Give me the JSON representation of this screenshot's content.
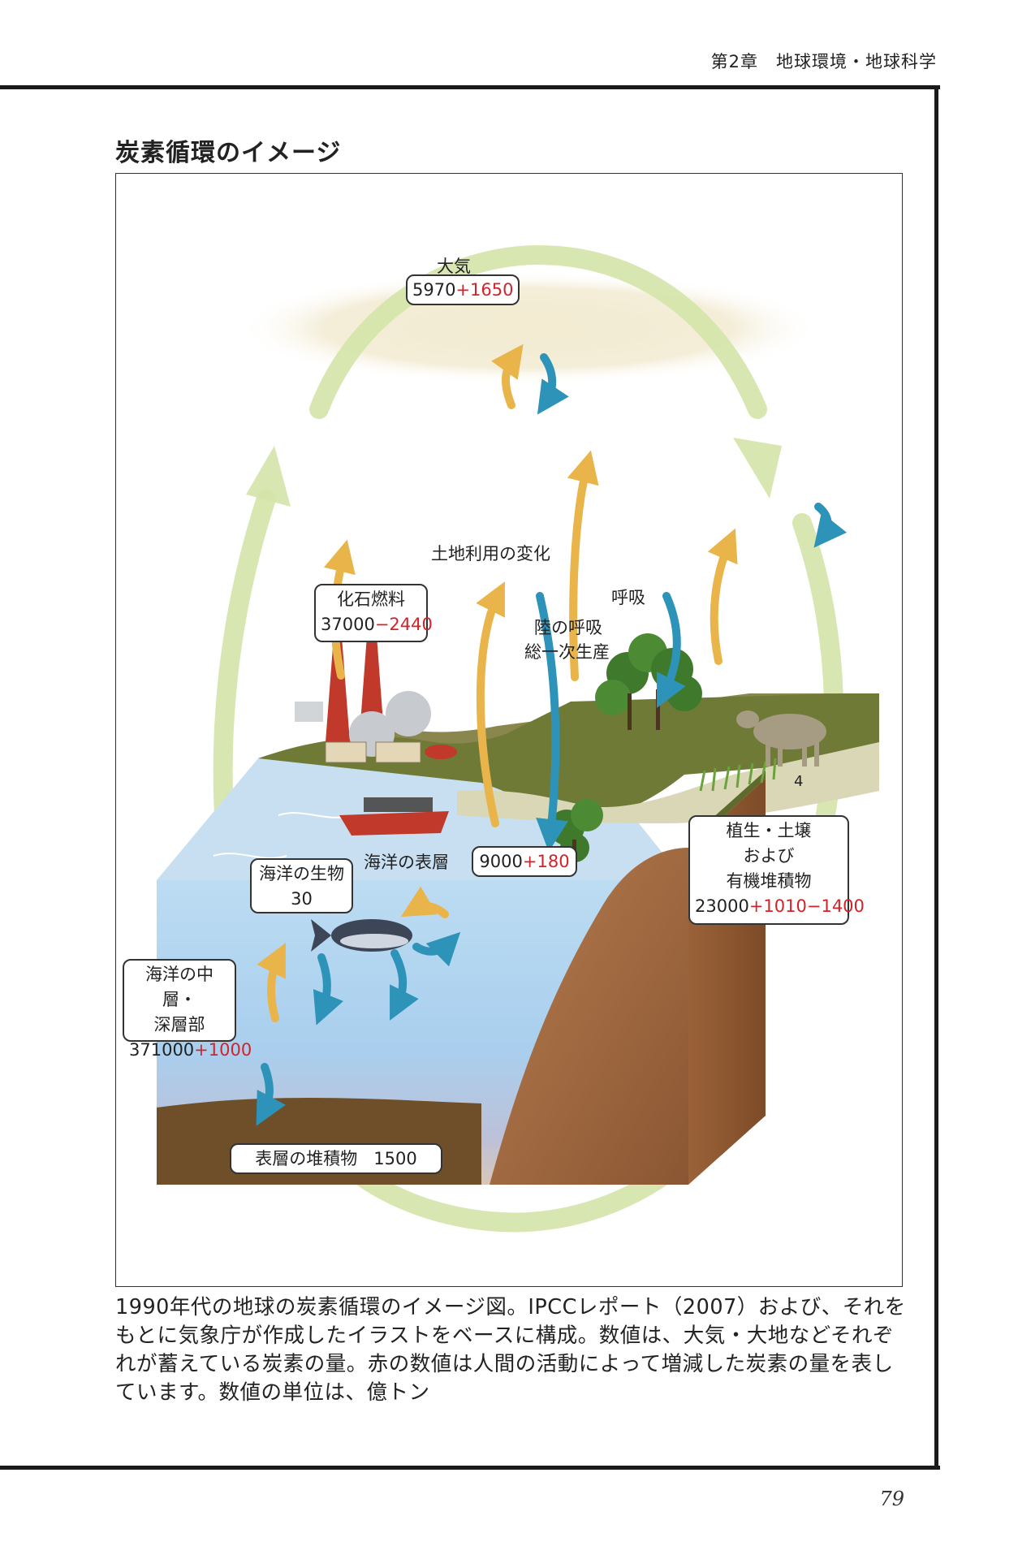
{
  "header": {
    "chapter": "第2章　地球環境・地球科学"
  },
  "section": {
    "title": "炭素循環のイメージ"
  },
  "diagram": {
    "atmosphere": {
      "label": "大気",
      "base": "5970",
      "change": "+1650"
    },
    "land_use_label": "土地利用の変化",
    "respiration_label": "呼吸",
    "land_exchange_label": {
      "line1": "陸の呼吸",
      "line2": "総一次生産"
    },
    "fossil_fuel": {
      "label": "化石燃料",
      "base": "37000",
      "change": "−2440"
    },
    "ocean_surface": {
      "label": "海洋の表層",
      "base": "9000",
      "change": "+180"
    },
    "marine_biota": {
      "label": "海洋の生物",
      "value": "30"
    },
    "deep_ocean": {
      "label1": "海洋の中層・",
      "label2": "深層部",
      "base": "371000",
      "change": "+1000"
    },
    "vegetation_soil": {
      "label1": "植生・土壌",
      "label2": "および",
      "label3": "有機堆積物",
      "base": "23000",
      "change1": "+1010",
      "change2": "−1400"
    },
    "sediment": {
      "label": "表層の堆積物",
      "value": "1500"
    },
    "river_flux": "4",
    "colors": {
      "increase_decrease": "#d2232a",
      "upward_flux": "#e9b54a",
      "downward_flux": "#2e93b8",
      "cycle_arrow": "#d4e4a8"
    }
  },
  "caption": "1990年代の地球の炭素循環のイメージ図。IPCCレポート（2007）および、それをもとに気象庁が作成したイラストをベースに構成。数値は、大気・大地などそれぞれが蓄えている炭素の量。赤の数値は人間の活動によって増減した炭素の量を表しています。数値の単位は、億トン",
  "page": {
    "number": "79"
  }
}
